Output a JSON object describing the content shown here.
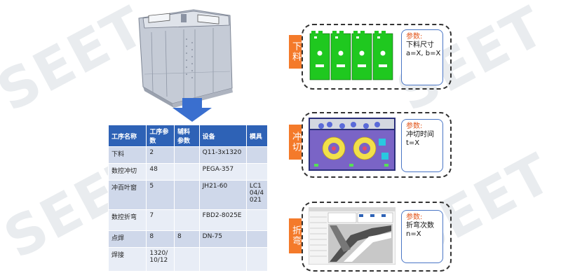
{
  "watermark": "SEET",
  "table": {
    "headers": [
      "工序名称",
      "工序参数",
      "辅料参数",
      "设备",
      "模具"
    ],
    "rows": [
      [
        "下料",
        "2",
        "",
        "Q11-3x1320",
        ""
      ],
      [
        "数控冲切",
        "48",
        "",
        "PEGA-357",
        ""
      ],
      [
        "冲百叶窗",
        "5",
        "",
        "JH21-60",
        "LC104/4021"
      ],
      [
        "数控折弯",
        "7",
        "",
        "FBD2-8025E",
        ""
      ],
      [
        "点焊",
        "8",
        "8",
        "DN-75",
        ""
      ],
      [
        "焊接",
        "1320/10/12",
        "",
        "",
        ""
      ]
    ]
  },
  "panels": [
    {
      "tag": "下料",
      "param_title": "参数:",
      "param_lines": [
        "下料尺寸",
        "a=X, b=X"
      ]
    },
    {
      "tag": "冲切",
      "param_title": "参数:",
      "param_lines": [
        "冲切时间",
        "t=X"
      ]
    },
    {
      "tag": "折弯",
      "param_title": "参数:",
      "param_lines": [
        "折弯次数",
        "n=X"
      ]
    }
  ],
  "colors": {
    "header_blue": "#2e62b6",
    "tag_orange": "#f47a2a",
    "param_title": "#e2541a",
    "arrow": "#3a6fcf",
    "cut_green": "#1fc81f"
  }
}
